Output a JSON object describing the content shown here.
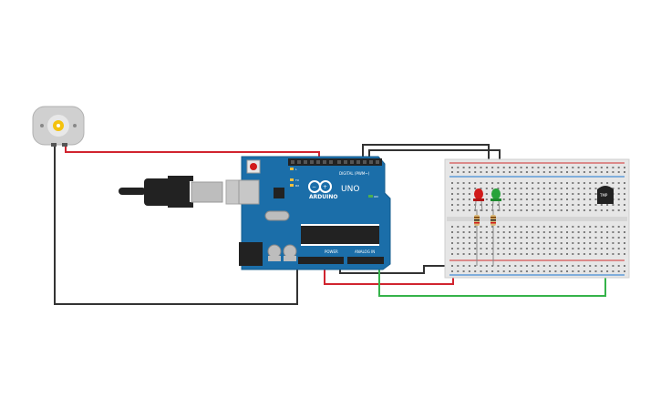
{
  "canvas": {
    "background": "#ffffff"
  },
  "arduino": {
    "brand_label": "ARDUINO",
    "model_label": "UNO",
    "digital_header_label": "DIGITAL (PWM~)",
    "power_label": "POWER",
    "analog_label": "ANALOG IN",
    "tx_label": "TX",
    "rx_label": "RX",
    "l_label": "L",
    "on_label": "ON",
    "board_color": "#1b6ea9"
  },
  "motor": {
    "body_color": "#d0d0d0",
    "shaft_color": "#f4c20d"
  },
  "usb_cable": {
    "plug_color": "#222222",
    "connector_color": "#bdbdbd"
  },
  "breadboard": {
    "body_color": "#e6e6e6",
    "rail_red": "#d32f2f",
    "rail_blue": "#1976d2"
  },
  "components": {
    "led_red_color": "#d11a1a",
    "led_green_color": "#27a33a",
    "temp_sensor_label": "TMP"
  },
  "wires": {
    "black": "#333333",
    "red": "#d1242f",
    "green": "#35b34a"
  }
}
